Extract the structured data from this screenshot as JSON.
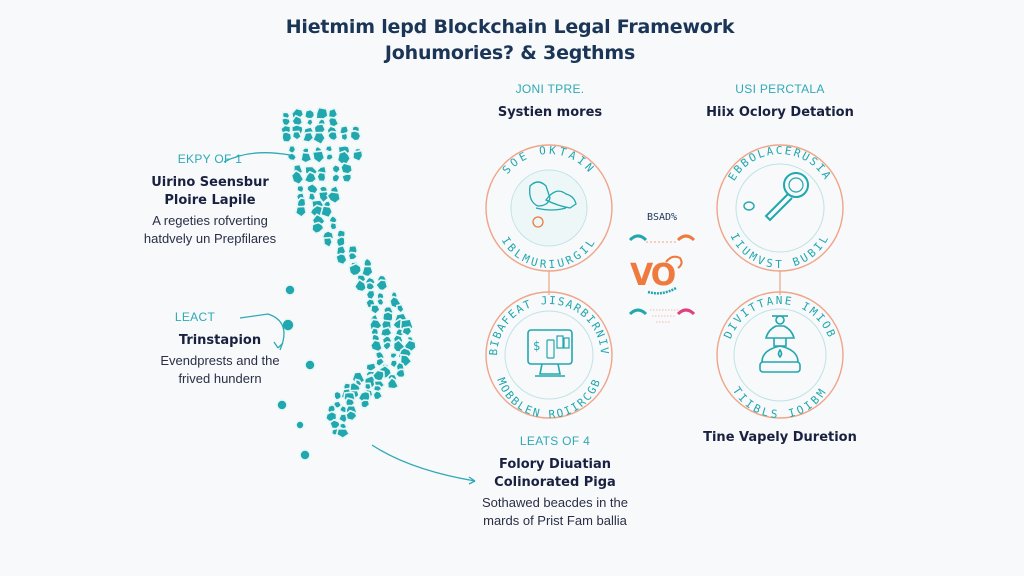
{
  "title": {
    "line1": "Hietmim lepd Blockchain Legal Framework",
    "line2": "Johumories? & 3egthms"
  },
  "callouts": [
    {
      "kicker": "EKPY OF 1",
      "heading": [
        "Uirino Seensbur",
        "Ploire Lapile"
      ],
      "body": [
        "A regeties rofverting",
        "hatdvely un Prepfilares"
      ]
    },
    {
      "kicker": "LEACT",
      "heading": [
        "Trinstapion"
      ],
      "body": [
        "Evendprests and the",
        "frived hundern"
      ]
    },
    {
      "kicker": "LEATS OF 4",
      "heading": [
        "Folory Diuatian",
        "Colinorated Piga"
      ],
      "body": [
        "Sothawed beacdes in the",
        "mards of Prist Fam ballia"
      ]
    }
  ],
  "columns": [
    {
      "kicker": "JONI TPRE.",
      "heading": "Systien mores"
    },
    {
      "kicker": "USI PERCTALA",
      "heading": "Hiix Oclory Detation"
    }
  ],
  "badges": [
    {
      "name": "map-badge",
      "ring_top": "SOE OKTAIN",
      "ring_bottom": "IBLMURIURGIL",
      "icon": "vietnam-map-icon"
    },
    {
      "name": "magnifier-badge",
      "ring_top": "EBBOLACERUSIA",
      "ring_bottom": "IIUMVST BUBIL",
      "icon": "magnifier-icon"
    },
    {
      "name": "monitor-badge",
      "ring_top": "BIBAFEAT JISARBIRNIV",
      "ring_bottom": "MOBBLEN ROIIRCGB",
      "icon": "monitor-icon"
    },
    {
      "name": "scholar-badge",
      "ring_top": "DIVITTANE IMIOB",
      "ring_bottom": "TIIBLS IOIBM",
      "icon": "scholar-icon"
    }
  ],
  "bottom_right_heading": "Tine Vapely Duretion",
  "center_logo": {
    "label": "BSAD%",
    "mark": "VO"
  },
  "colors": {
    "teal": "#21a7ae",
    "orange": "#ee7a3e",
    "navy": "#1a2140",
    "ring": "#f0a589",
    "pink": "#e0407e"
  }
}
